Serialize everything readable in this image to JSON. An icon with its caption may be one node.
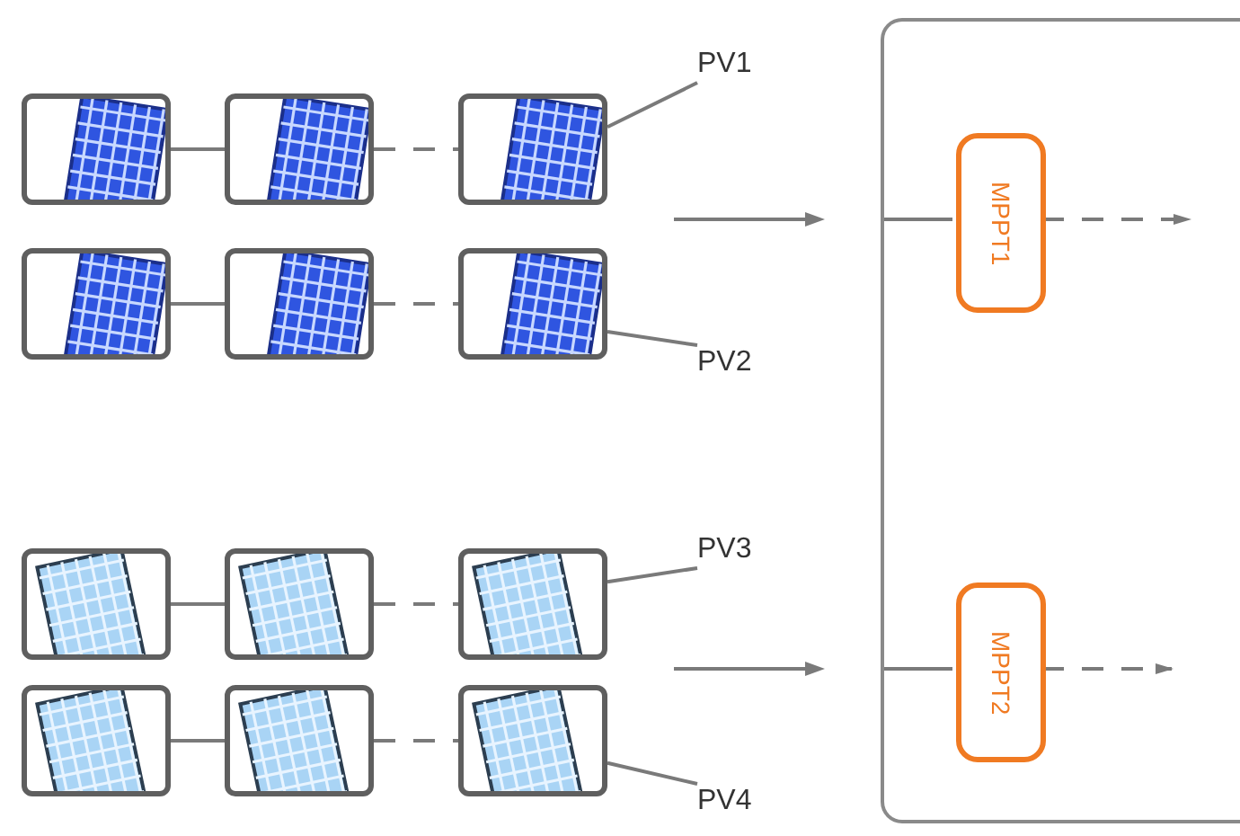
{
  "diagram": {
    "nodes": [
      {
        "text": [],
        "shape": "picture"
      },
      {
        "text": [],
        "shape": "picture"
      },
      {
        "text": [],
        "shape": "picture"
      },
      {
        "text": [],
        "shape": "picture"
      },
      {
        "text": [],
        "shape": "picture"
      },
      {
        "text": [],
        "shape": "picture"
      },
      {
        "text": [],
        "shape": "picture"
      },
      {
        "text": [],
        "shape": "picture"
      },
      {
        "text": [],
        "shape": "picture"
      },
      {
        "text": [],
        "shape": "picture"
      },
      {
        "text": [],
        "shape": "picture"
      },
      {
        "text": [],
        "shape": "picture"
      },
      {
        "text": [
          "PV1"
        ]
      },
      {
        "text": [
          "PV2"
        ]
      },
      {
        "text": [
          "PV3"
        ]
      },
      {
        "text": [
          "PV4"
        ]
      },
      {
        "text": [],
        "shape": "box"
      },
      {
        "text": [
          "MPPT1"
        ],
        "in": 16
      },
      {
        "text": [
          "MPPT2"
        ],
        "in": 16
      }
    ],
    "edges": [
      {
        "from": 0,
        "to": 1,
        "arrow": "none"
      },
      {
        "from": 1,
        "to": 2,
        "arrow": "none",
        "style": "dashed"
      },
      {
        "from": 3,
        "to": 4,
        "arrow": "none"
      },
      {
        "from": 4,
        "to": 5,
        "arrow": "none",
        "style": "dashed"
      },
      {
        "from": 6,
        "to": 7,
        "arrow": "none"
      },
      {
        "from": 7,
        "to": 8,
        "arrow": "none",
        "style": "dashed"
      },
      {
        "from": 9,
        "to": 10,
        "arrow": "none"
      },
      {
        "from": 10,
        "to": 11,
        "arrow": "none",
        "style": "dashed"
      },
      {
        "from": 12,
        "to": 2,
        "arrow": "none"
      },
      {
        "from": 13,
        "to": 5,
        "arrow": "none"
      },
      {
        "from": 14,
        "to": 8,
        "arrow": "none"
      },
      {
        "from": 15,
        "to": 11,
        "arrow": "none"
      },
      {
        "from": 16,
        "to": 17,
        "arrow": "none"
      },
      {
        "from": 17,
        "to": null,
        "arrow": "to",
        "style": "dashed"
      },
      {
        "from": 16,
        "to": 18,
        "arrow": "none"
      },
      {
        "from": 18,
        "to": null,
        "arrow": "to",
        "style": "dashed"
      }
    ]
  }
}
